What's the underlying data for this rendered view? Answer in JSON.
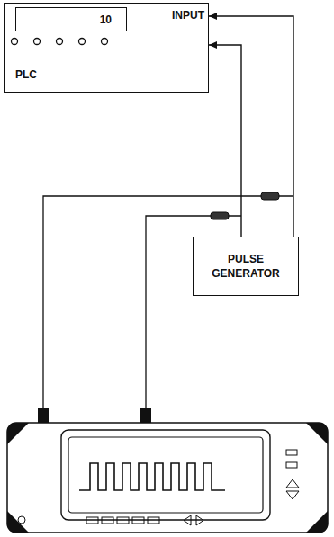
{
  "diagram": {
    "nodes": [
      {
        "text": [
          "INPUT",
          "PLC"
        ]
      },
      {
        "text": [
          "10"
        ],
        "in": 0
      },
      {
        "text": [
          "PULSE GENERATOR"
        ]
      }
    ],
    "edges": [
      {
        "from": 2,
        "to": 0,
        "arrow": "to"
      },
      {
        "from": 2,
        "to": 0,
        "arrow": "to"
      }
    ]
  }
}
